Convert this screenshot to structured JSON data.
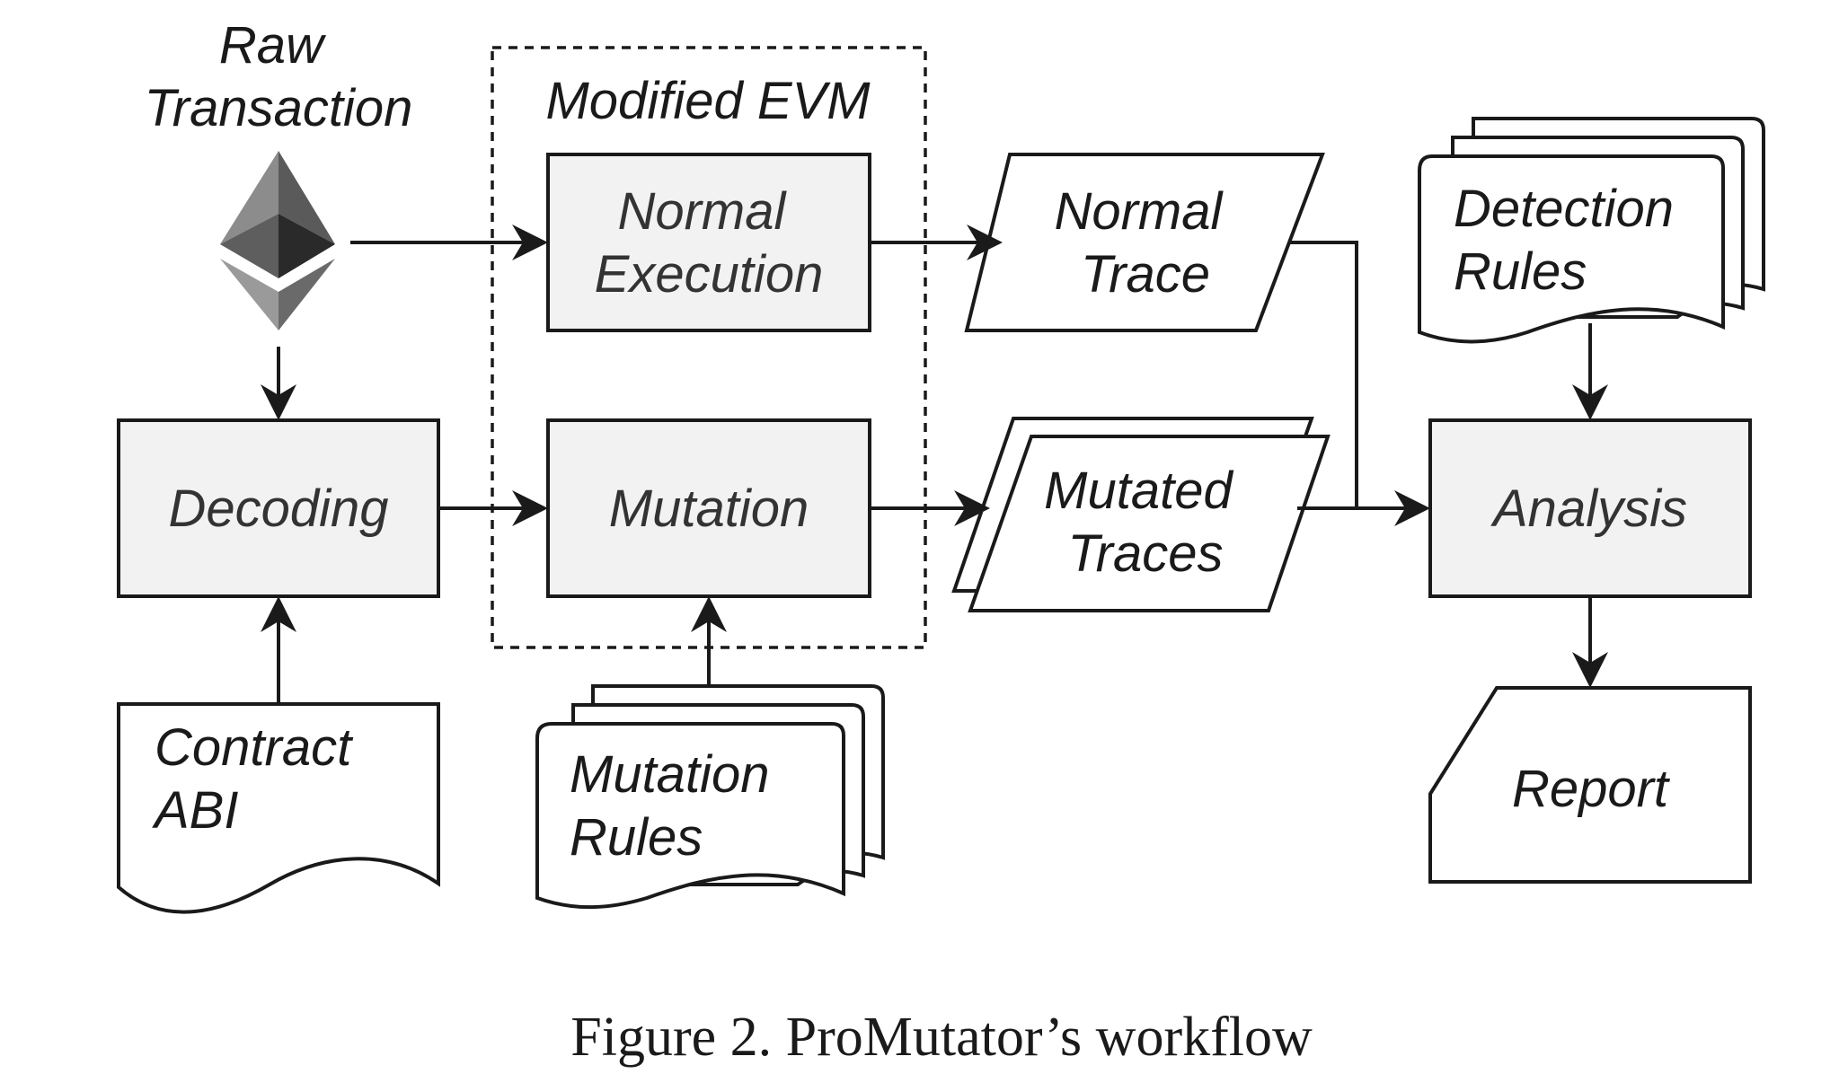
{
  "diagram": {
    "raw_transaction": [
      "Raw",
      "Transaction"
    ],
    "modified_evm": "Modified EVM",
    "normal_execution": [
      "Normal",
      "Execution"
    ],
    "mutation": "Mutation",
    "decoding": "Decoding",
    "contract_abi": [
      "Contract",
      "ABI"
    ],
    "mutation_rules": [
      "Mutation",
      "Rules"
    ],
    "normal_trace": [
      "Normal",
      "Trace"
    ],
    "mutated_traces": [
      "Mutated",
      "Traces"
    ],
    "detection_rules": [
      "Detection",
      "Rules"
    ],
    "analysis": "Analysis",
    "report": "Report",
    "icon": "ethereum-icon"
  },
  "caption": "Figure 2. ProMutator’s workflow"
}
